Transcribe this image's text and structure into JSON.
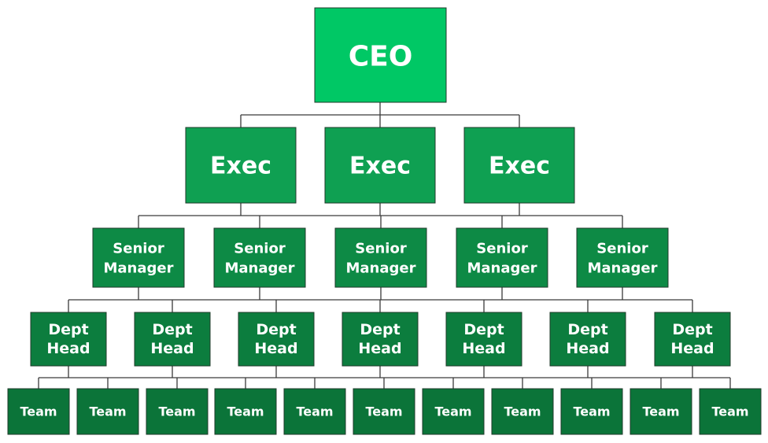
{
  "colors": {
    "ceo": "#00c865",
    "exec": "#0fa052",
    "senior_manager": "#0d8a45",
    "dept_head": "#0c7d3e",
    "team": "#0b7439",
    "connector": "#3a3a3a"
  },
  "org_chart": {
    "ceo": {
      "label": "CEO"
    },
    "execs": [
      {
        "label": "Exec"
      },
      {
        "label": "Exec"
      },
      {
        "label": "Exec"
      }
    ],
    "senior_managers": [
      {
        "lines": [
          "Senior",
          "Manager"
        ]
      },
      {
        "lines": [
          "Senior",
          "Manager"
        ]
      },
      {
        "lines": [
          "Senior",
          "Manager"
        ]
      },
      {
        "lines": [
          "Senior",
          "Manager"
        ]
      },
      {
        "lines": [
          "Senior",
          "Manager"
        ]
      }
    ],
    "dept_heads": [
      {
        "lines": [
          "Dept",
          "Head"
        ]
      },
      {
        "lines": [
          "Dept",
          "Head"
        ]
      },
      {
        "lines": [
          "Dept",
          "Head"
        ]
      },
      {
        "lines": [
          "Dept",
          "Head"
        ]
      },
      {
        "lines": [
          "Dept",
          "Head"
        ]
      },
      {
        "lines": [
          "Dept",
          "Head"
        ]
      },
      {
        "lines": [
          "Dept",
          "Head"
        ]
      }
    ],
    "teams": [
      {
        "label": "Team"
      },
      {
        "label": "Team"
      },
      {
        "label": "Team"
      },
      {
        "label": "Team"
      },
      {
        "label": "Team"
      },
      {
        "label": "Team"
      },
      {
        "label": "Team"
      },
      {
        "label": "Team"
      },
      {
        "label": "Team"
      },
      {
        "label": "Team"
      },
      {
        "label": "Team"
      }
    ]
  }
}
